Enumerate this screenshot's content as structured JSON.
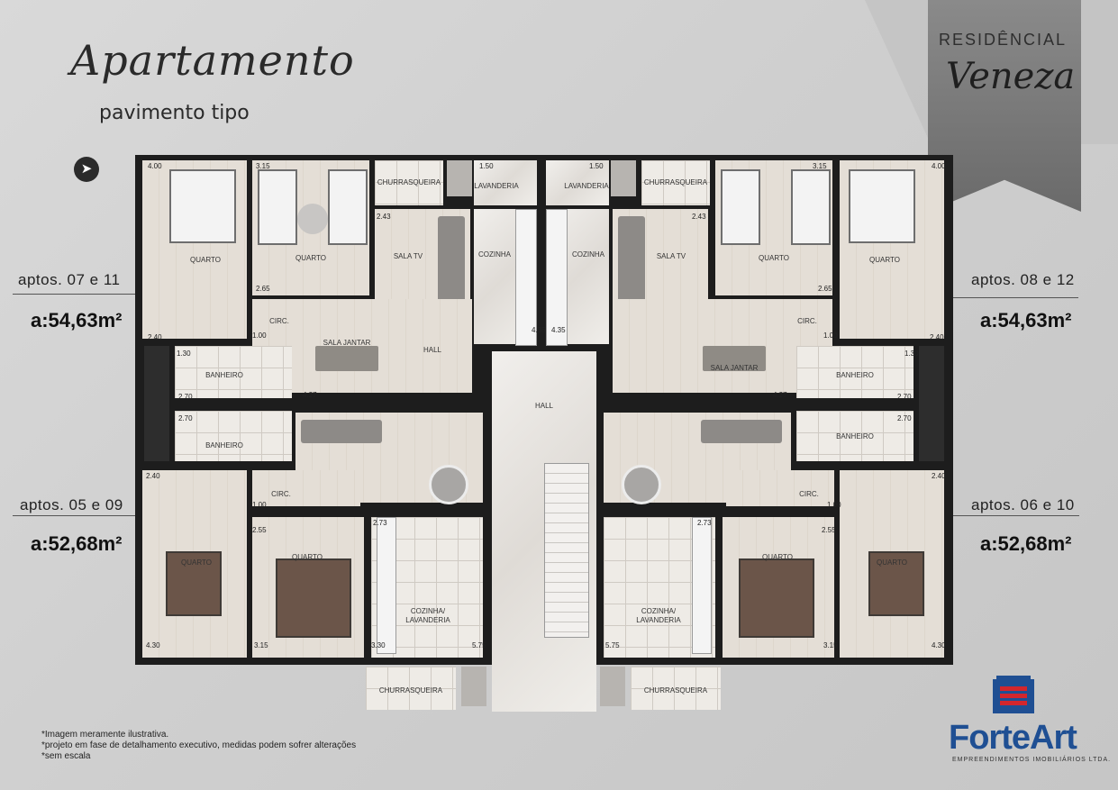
{
  "header": {
    "title": "Apartamento",
    "subtitle": "pavimento tipo"
  },
  "banner": {
    "label": "RESIDÊNCIAL",
    "name": "Veneza"
  },
  "apartments": {
    "top_left": {
      "label": "aptos. 07 e 11",
      "area": "a:54,63m²"
    },
    "top_right": {
      "label": "aptos. 08 e 12",
      "area": "a:54,63m²"
    },
    "bottom_left": {
      "label": "aptos. 05 e 09",
      "area": "a:52,68m²"
    },
    "bottom_right": {
      "label": "aptos. 06 e 10",
      "area": "a:52,68m²"
    }
  },
  "rooms": {
    "quarto": "QUARTO",
    "sala_tv": "SALA TV",
    "cozinha": "COZINHA",
    "lavanderia": "LAVANDERIA",
    "churrasqueira": "CHURRASQUEIRA",
    "circ": "CIRC.",
    "sala_jantar": "SALA JANTAR",
    "hall": "HALL",
    "banheiro": "BANHEIRO",
    "cozinha_lavanderia_1": "COZINHA/",
    "cozinha_lavanderia_2": "LAVANDERIA"
  },
  "dims": {
    "d400": "4.00",
    "d315": "3.15",
    "d150": "1.50",
    "d243": "2.43",
    "d265": "2.65",
    "d240": "2.40",
    "d100": "1.00",
    "d130": "1.30",
    "d270": "2.70",
    "d427": "4.27",
    "d435": "4.35",
    "d273": "2.73",
    "d255": "2.55",
    "d430": "4.30",
    "d330": "3.30",
    "d575": "5.75"
  },
  "footer": {
    "notes": [
      "*Imagem meramente ilustrativa.",
      "*projeto em fase de detalhamento executivo, medidas podem sofrer alterações",
      "*sem escala"
    ]
  },
  "logo": {
    "name": "ForteArt",
    "tagline": "EMPREENDIMENTOS IMOBILIÁRIOS LTDA.",
    "colors": {
      "blue": "#1f4f93",
      "red": "#d3262d"
    }
  }
}
